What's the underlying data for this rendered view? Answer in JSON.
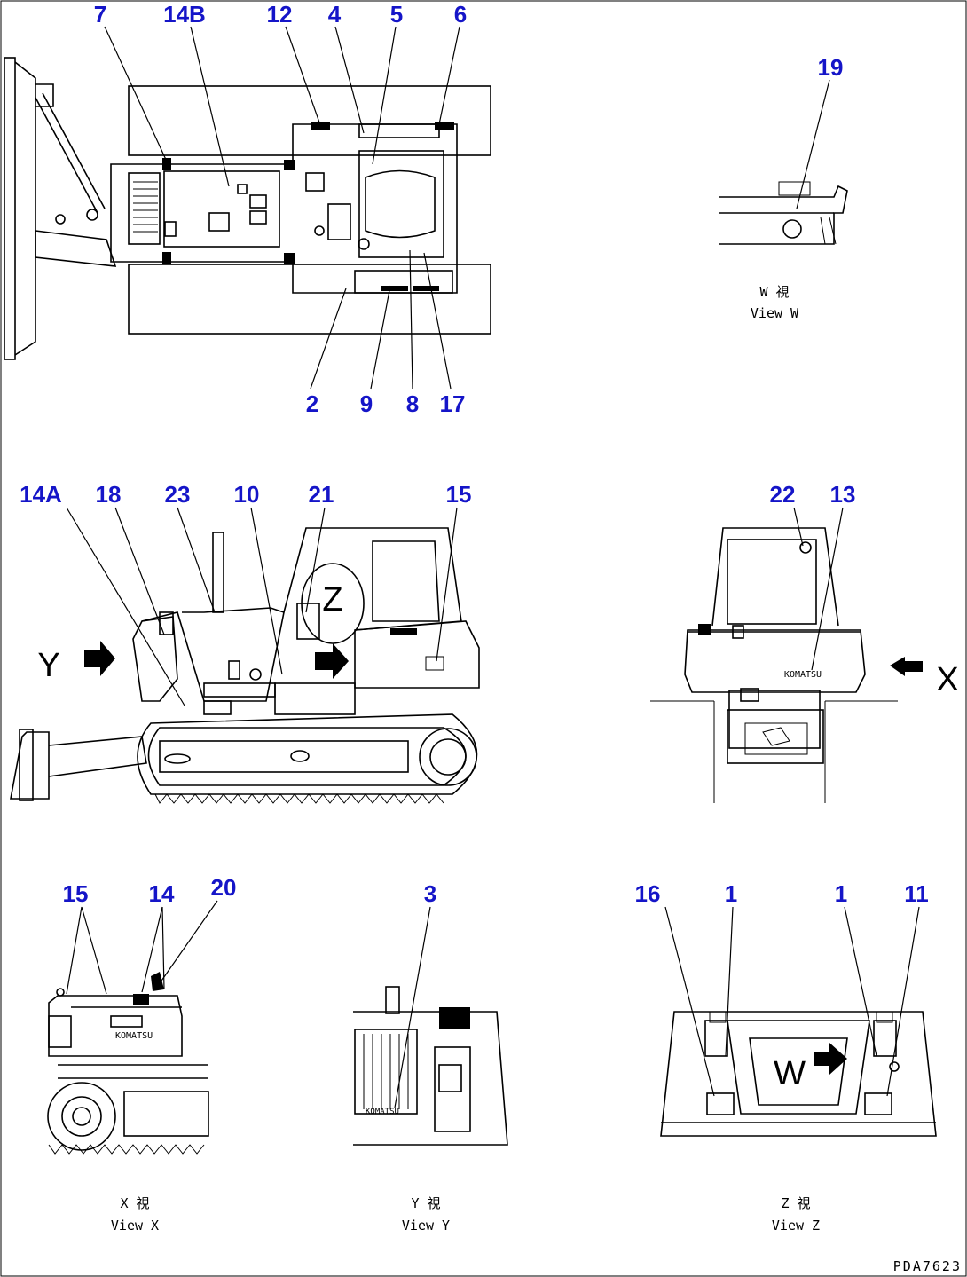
{
  "callouts": {
    "top_view": [
      "7",
      "14B",
      "12",
      "4",
      "5",
      "6",
      "2",
      "9",
      "8",
      "17"
    ],
    "side_view": [
      "14A",
      "18",
      "23",
      "10",
      "21",
      "15"
    ],
    "rear_view": [
      "22",
      "13"
    ],
    "view_w": [
      "19"
    ],
    "view_x": [
      "15",
      "14",
      "20"
    ],
    "view_y": [
      "3"
    ],
    "view_z": [
      "16",
      "1",
      "1",
      "11"
    ]
  },
  "view_markers": {
    "y_arrow": "Y",
    "x_arrow": "X",
    "z_mark": "Z",
    "w_mark": "W"
  },
  "view_captions": {
    "w": {
      "line1": "W 視",
      "line2": "View W"
    },
    "x": {
      "line1": "X 視",
      "line2": "View X"
    },
    "y": {
      "line1": "Y 視",
      "line2": "View Y"
    },
    "z": {
      "line1": "Z 視",
      "line2": "View Z"
    }
  },
  "decal_texts": {
    "brand_rear": "KOMATSU",
    "brand_side": "KOMATSU"
  },
  "drawing_code": "PDA7623"
}
